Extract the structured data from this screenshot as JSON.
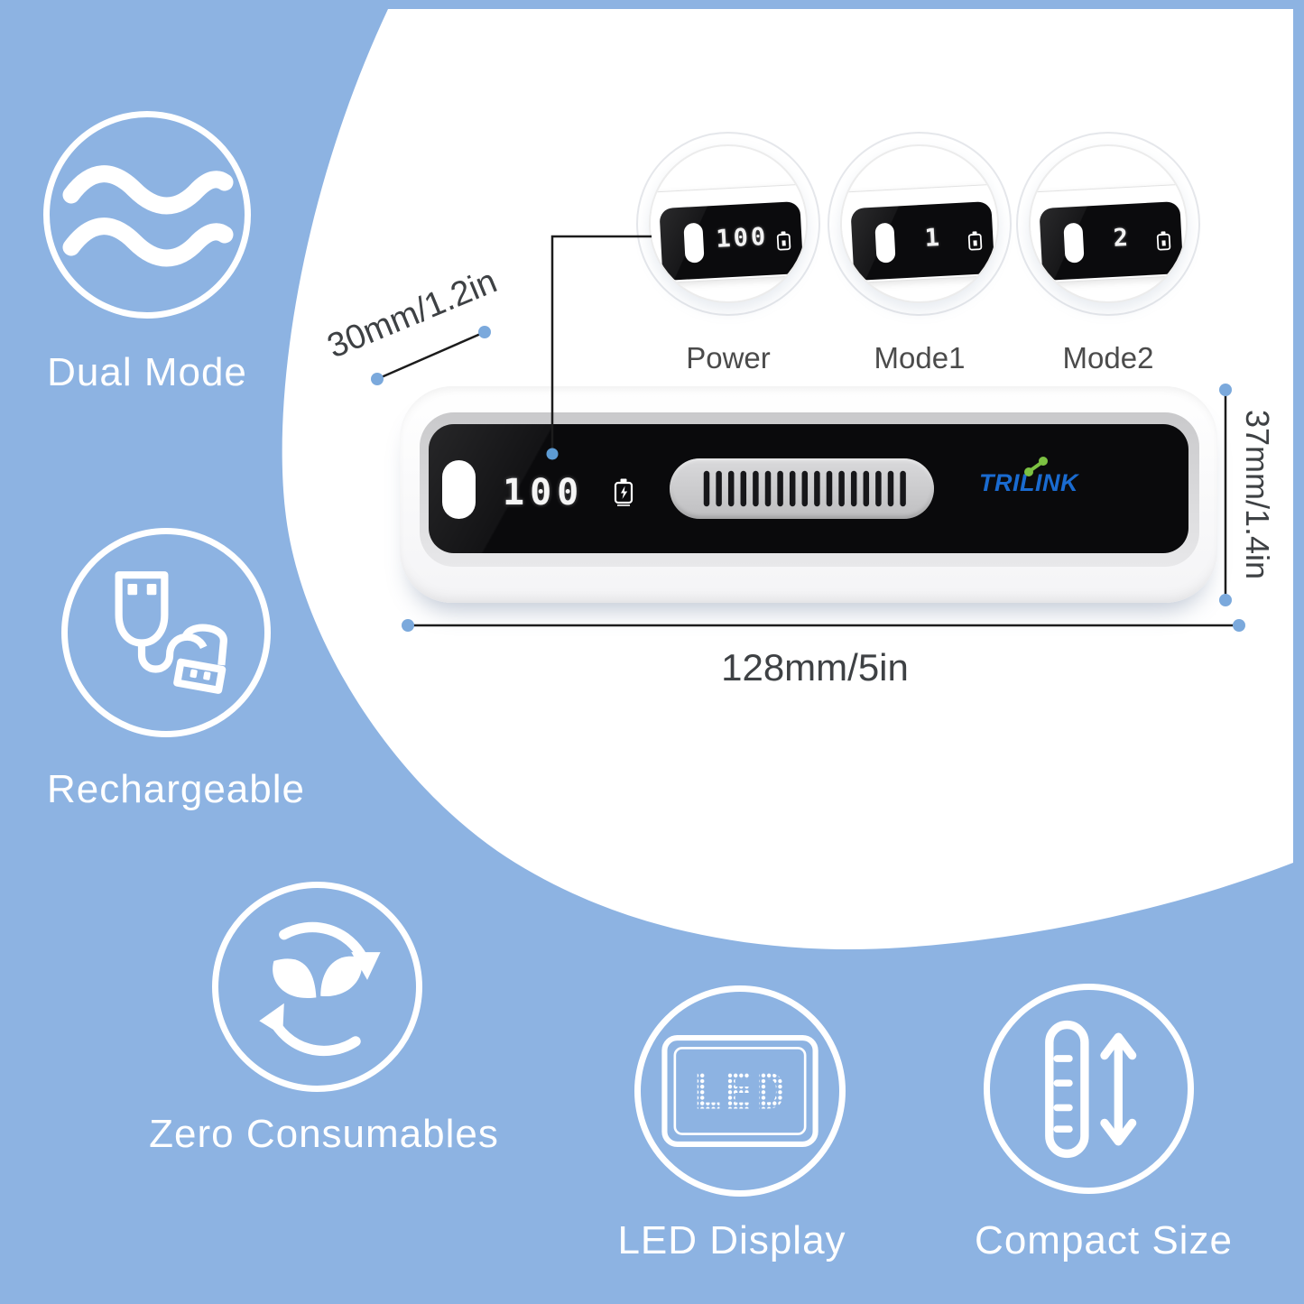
{
  "colors": {
    "background_blue": "#8db3e2",
    "brand_blue": "#1a6bd0",
    "brand_green": "#7cc142",
    "dimension_dot_blue": "#7ba9dc",
    "panel_dot_blue": "#5d9bd3",
    "label_gray": "#4b4b4b"
  },
  "device": {
    "brand": "TRILINK",
    "display_value": "100",
    "vent_slit_count": 17
  },
  "callouts": {
    "items": [
      {
        "label": "Power",
        "value": "100"
      },
      {
        "label": "Mode1",
        "value": "1"
      },
      {
        "label": "Mode2",
        "value": "2"
      }
    ]
  },
  "dimensions": {
    "depth_label": "30mm/1.2in",
    "height_label": "37mm/1.4in",
    "width_label": "128mm/5in"
  },
  "features": [
    {
      "label": "Dual Mode"
    },
    {
      "label": "Rechargeable"
    },
    {
      "label": "Zero Consumables"
    },
    {
      "label": "LED Display",
      "icon_text": "LED"
    },
    {
      "label": "Compact Size"
    }
  ]
}
